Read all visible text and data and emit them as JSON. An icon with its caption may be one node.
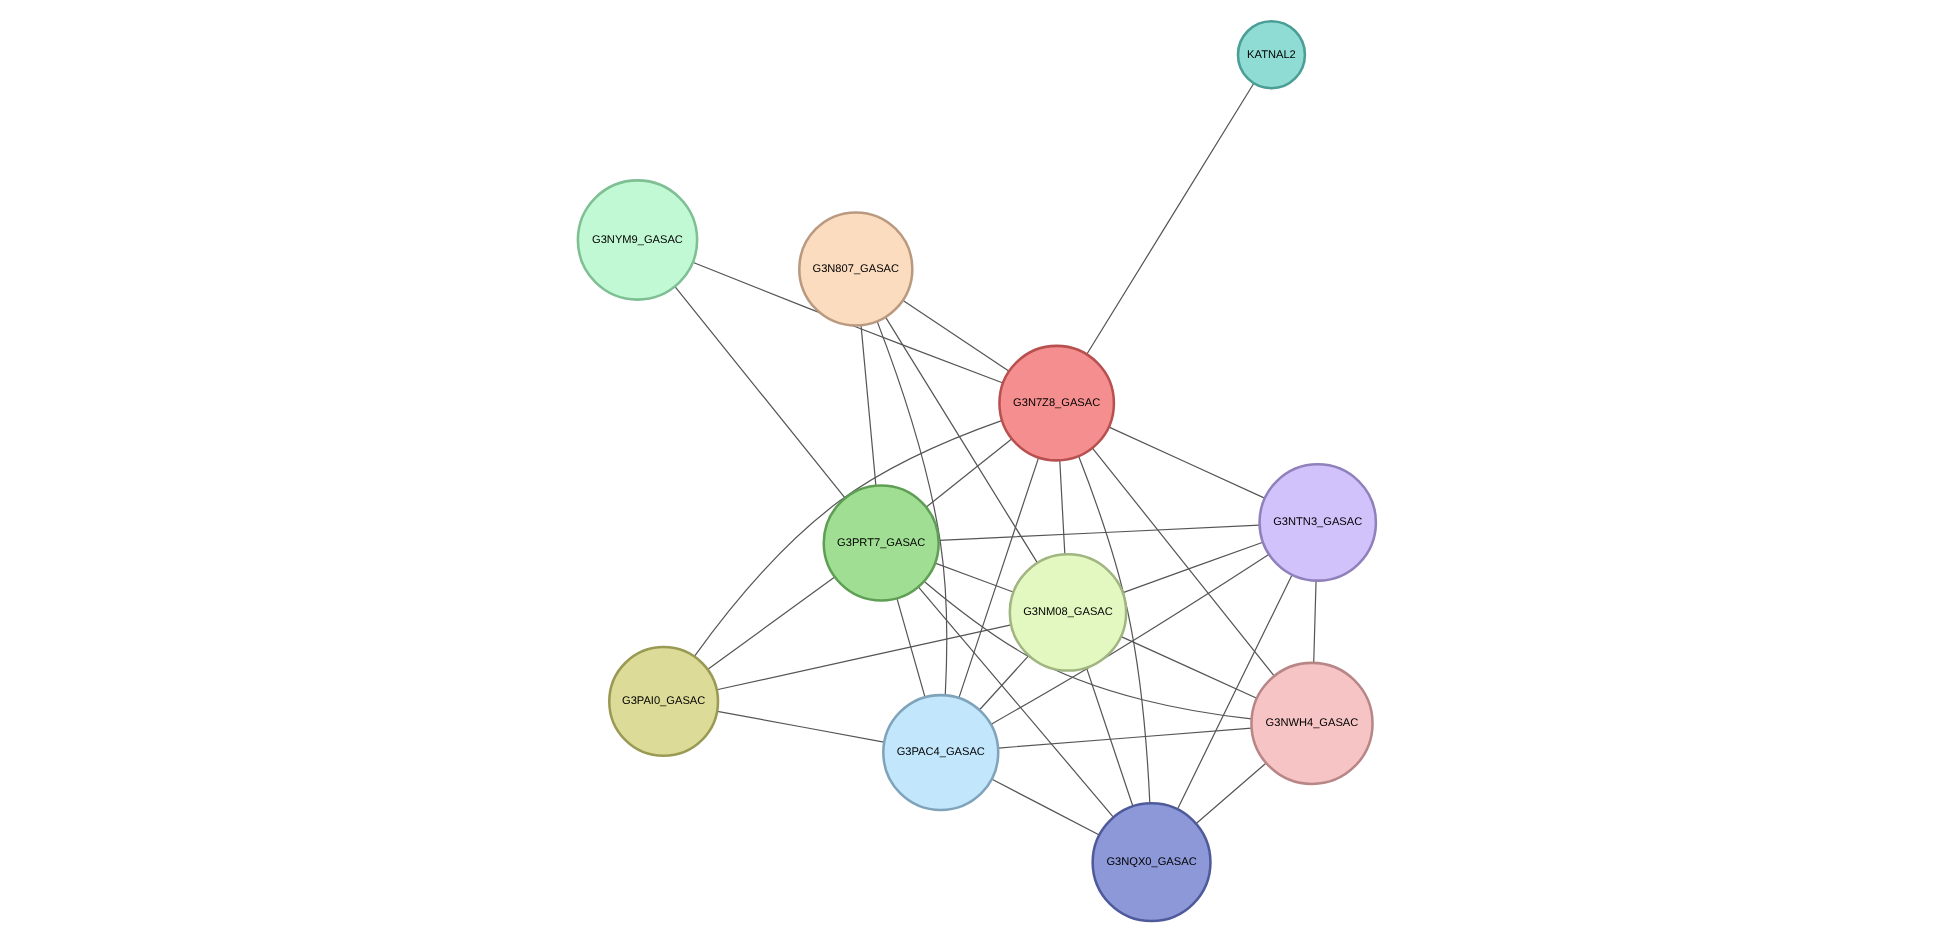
{
  "diagram": {
    "nodes": [
      {
        "text": [
          "G3NYM9_GASAC"
        ]
      },
      {
        "text": [
          "KATNAL2"
        ]
      },
      {
        "text": [
          "G3PAI0_GASAC"
        ]
      },
      {
        "text": [
          "G3PRT7_GASAC"
        ]
      },
      {
        "text": [
          "G3N7Z8_GASAC"
        ]
      },
      {
        "text": [
          "G3N807_GASAC"
        ]
      },
      {
        "text": [
          "G3PAC4_GASAC"
        ]
      },
      {
        "text": [
          "G3NTN3_GASAC"
        ]
      },
      {
        "text": [
          "G3NM08_GASAC"
        ]
      },
      {
        "text": [
          "G3NQX0_GASAC"
        ]
      },
      {
        "text": [
          "G3NWH4_GASAC"
        ]
      }
    ],
    "edges": [
      {
        "from": 0,
        "to": 3,
        "arrow": "none"
      },
      {
        "from": 0,
        "to": 4,
        "arrow": "none"
      },
      {
        "from": 1,
        "to": 4,
        "arrow": "none"
      },
      {
        "from": 2,
        "to": 3,
        "arrow": "none"
      },
      {
        "from": 2,
        "to": 4,
        "arrow": "none"
      },
      {
        "from": 2,
        "to": 6,
        "arrow": "none"
      },
      {
        "from": 2,
        "to": 8,
        "arrow": "none"
      },
      {
        "from": 3,
        "to": 4,
        "arrow": "none"
      },
      {
        "from": 3,
        "to": 5,
        "arrow": "none"
      },
      {
        "from": 3,
        "to": 6,
        "arrow": "none"
      },
      {
        "from": 3,
        "to": 7,
        "arrow": "none"
      },
      {
        "from": 3,
        "to": 8,
        "arrow": "none"
      },
      {
        "from": 3,
        "to": 9,
        "arrow": "none"
      },
      {
        "from": 3,
        "to": 10,
        "arrow": "none"
      },
      {
        "from": 4,
        "to": 5,
        "arrow": "none"
      },
      {
        "from": 4,
        "to": 6,
        "arrow": "none"
      },
      {
        "from": 4,
        "to": 7,
        "arrow": "none"
      },
      {
        "from": 4,
        "to": 8,
        "arrow": "none"
      },
      {
        "from": 4,
        "to": 9,
        "arrow": "none"
      },
      {
        "from": 4,
        "to": 10,
        "arrow": "none"
      },
      {
        "from": 5,
        "to": 6,
        "arrow": "none"
      },
      {
        "from": 5,
        "to": 8,
        "arrow": "none"
      },
      {
        "from": 6,
        "to": 7,
        "arrow": "none"
      },
      {
        "from": 6,
        "to": 8,
        "arrow": "none"
      },
      {
        "from": 6,
        "to": 9,
        "arrow": "none"
      },
      {
        "from": 6,
        "to": 10,
        "arrow": "none"
      },
      {
        "from": 7,
        "to": 8,
        "arrow": "none"
      },
      {
        "from": 7,
        "to": 9,
        "arrow": "none"
      },
      {
        "from": 7,
        "to": 10,
        "arrow": "none"
      },
      {
        "from": 8,
        "to": 9,
        "arrow": "none"
      },
      {
        "from": 8,
        "to": 10,
        "arrow": "none"
      },
      {
        "from": 9,
        "to": 10,
        "arrow": "none"
      }
    ]
  }
}
